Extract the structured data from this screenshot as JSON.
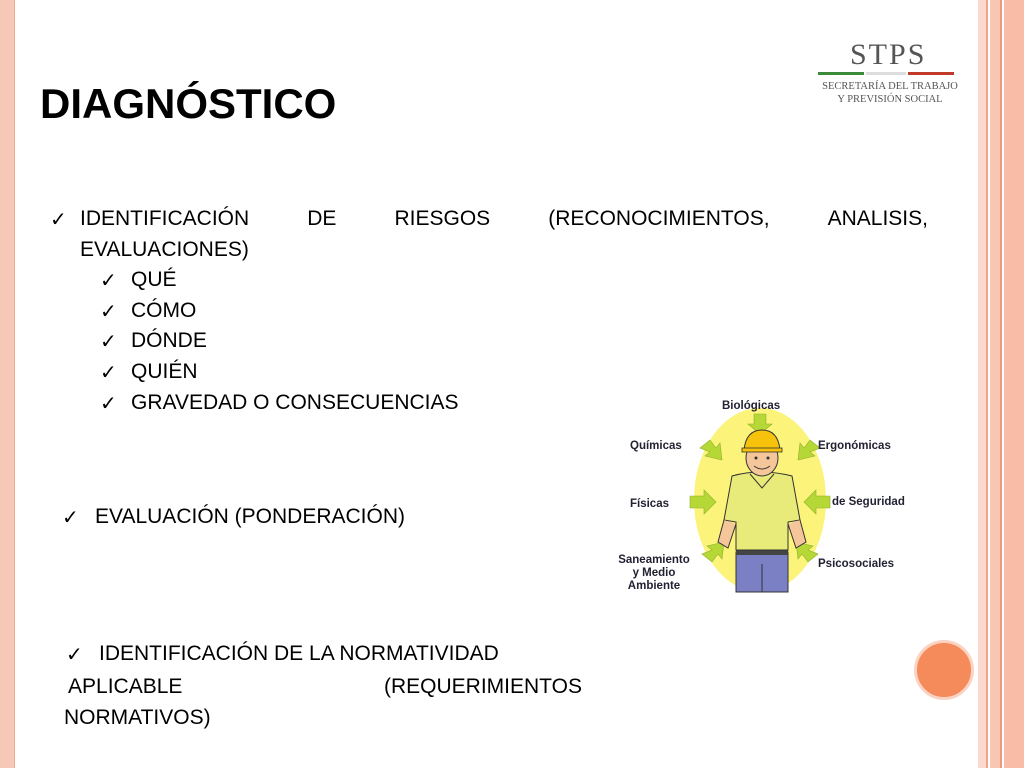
{
  "title": "DIAGNÓSTICO",
  "logo": {
    "name": "STPS",
    "line1": "SECRETARÍA DEL TRABAJO",
    "line2": "Y PREVISIÓN SOCIAL"
  },
  "bullets": {
    "identificacion_riesgos": {
      "words": [
        "IDENTIFICACIÓN",
        "DE",
        "RIESGOS",
        "(RECONOCIMIENTOS,",
        "ANALISIS,"
      ],
      "line2": "EVALUACIONES)"
    },
    "sub_items": [
      "QUÉ",
      "CÓMO",
      "DÓNDE",
      "QUIÉN",
      "GRAVEDAD O CONSECUENCIAS"
    ],
    "evaluacion": "EVALUACIÓN (PONDERACIÓN)",
    "normatividad": {
      "line1": "IDENTIFICACIÓN DE LA NORMATIVIDAD",
      "line2_left": "APLICABLE",
      "line2_right": "(REQUERIMIENTOS",
      "line3": "NORMATIVOS)"
    }
  },
  "diagram": {
    "labels": {
      "biologicas": "Biológicas",
      "quimicas": "Químicas",
      "ergonomicas": "Ergonómicas",
      "fisicas": "Físicas",
      "seguridad": "de Seguridad",
      "saneamiento1": "Saneamiento",
      "saneamiento2": "y Medio",
      "saneamiento3": "Ambiente",
      "psicosociales": "Psicosociales"
    }
  },
  "colors": {
    "border_left": "#f6c8b8",
    "accent_orange": "#f58a5a",
    "arrow_green": "#b6d836",
    "aura": "#fbf37a"
  }
}
